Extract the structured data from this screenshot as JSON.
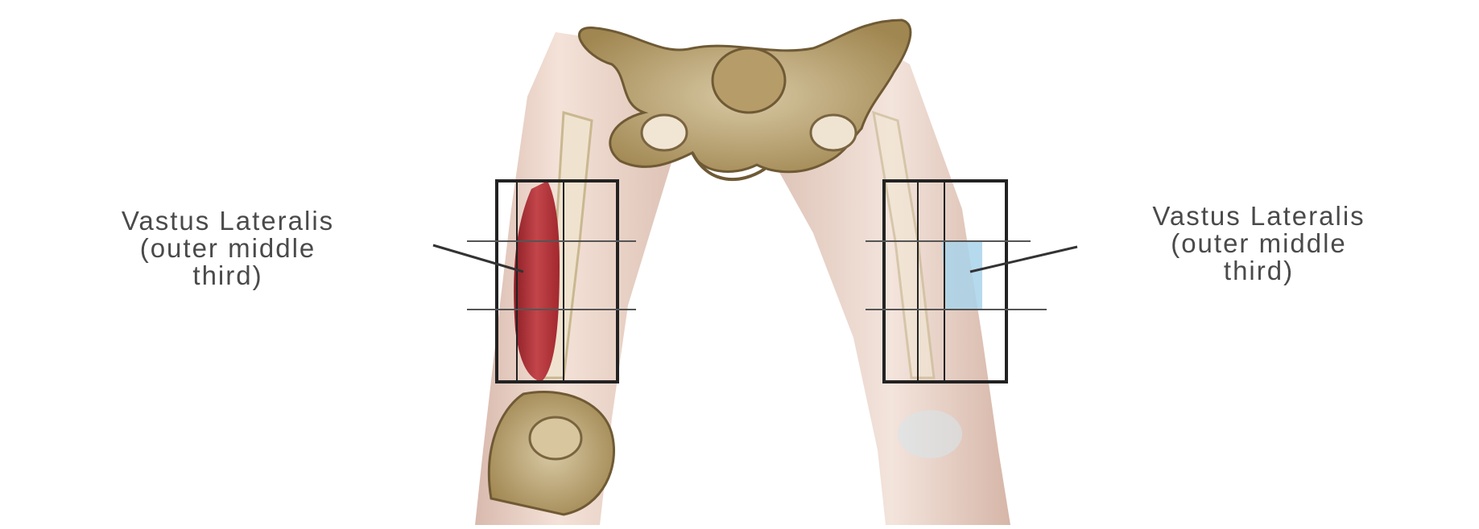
{
  "labels": {
    "left": {
      "line1": "Vastus Lateralis",
      "line2": "(outer middle",
      "line3": "third)"
    },
    "right": {
      "line1": "Vastus Lateralis",
      "line2": "(outer middle",
      "line3": "third)"
    }
  },
  "colors": {
    "background": "#ffffff",
    "skin": "#eed8cc",
    "bone": "#c9b890",
    "bone_dark": "#8a7448",
    "muscle_highlight_left": "#b8343a",
    "muscle_highlight_right": "#a9d4ea",
    "grid_line": "#333333",
    "label_text": "#4a4a4a"
  }
}
